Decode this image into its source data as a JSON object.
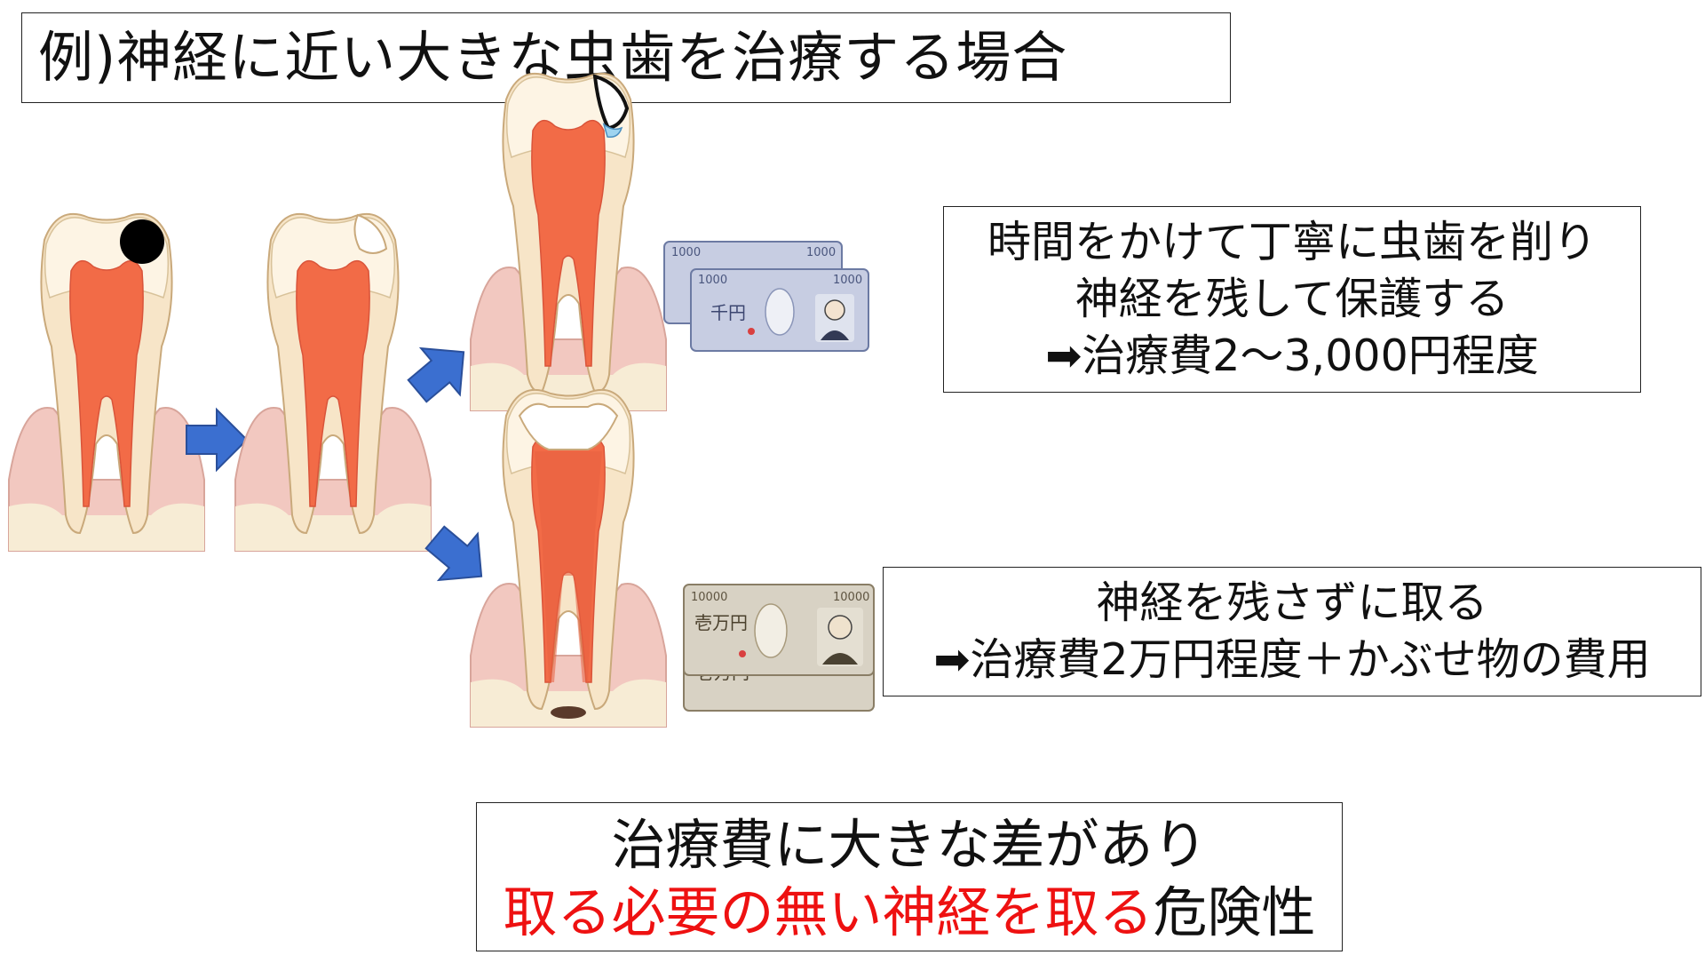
{
  "title": "例)神経に近い大きな虫歯を治療する場合",
  "option_a": {
    "line1": "時間をかけて丁寧に虫歯を削り",
    "line2": "神経を残して保護する",
    "line3": "➡治療費2～3,000円程度"
  },
  "option_b": {
    "line1": "神経を残さずに取る",
    "line2": "➡治療費2万円程度＋かぶせ物の費用"
  },
  "summary": {
    "line1": "治療費に大きな差があり",
    "line2_red": "取る必要の無い神経を取る",
    "line2_black": "危険性"
  },
  "banknotes": {
    "thousand_denomination": "1000",
    "thousand_label": "千円",
    "tenthousand_denomination": "10000",
    "tenthousand_label": "壱万円"
  },
  "colors": {
    "arrow": "#3b6fd0",
    "gum": "#f2c8c0",
    "bone": "#f7ecd5",
    "pulp": "#f26b47",
    "enamel": "#fdf4e4",
    "highlight_text": "#ee1111"
  }
}
